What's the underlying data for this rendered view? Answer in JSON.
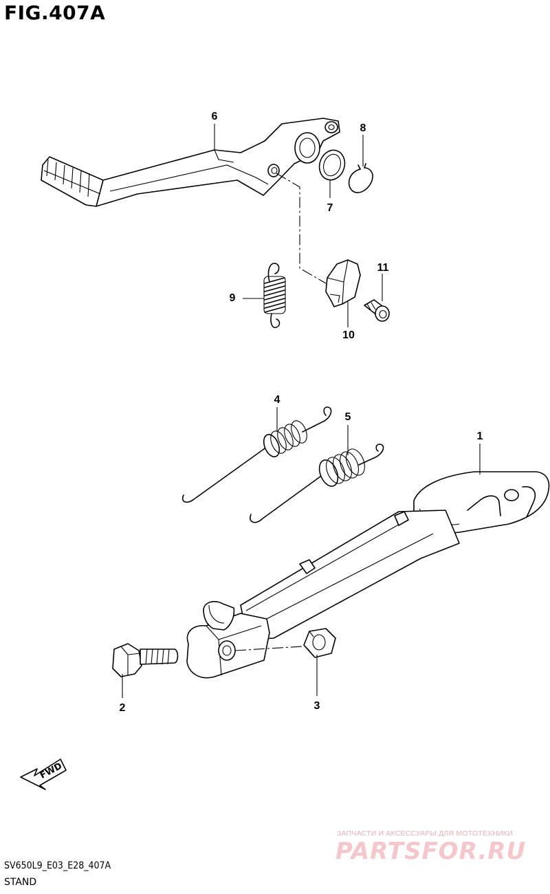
{
  "figure": {
    "title": "FIG.407A",
    "model_code": "SV650L9_E03_E28_407A",
    "section_name": "STAND"
  },
  "callouts": [
    {
      "id": "1",
      "label": "1"
    },
    {
      "id": "2",
      "label": "2"
    },
    {
      "id": "3",
      "label": "3"
    },
    {
      "id": "4",
      "label": "4"
    },
    {
      "id": "5",
      "label": "5"
    },
    {
      "id": "6",
      "label": "6"
    },
    {
      "id": "7",
      "label": "7"
    },
    {
      "id": "8",
      "label": "8"
    },
    {
      "id": "9",
      "label": "9"
    },
    {
      "id": "10",
      "label": "10"
    },
    {
      "id": "11",
      "label": "11"
    }
  ],
  "fwd_label": "FWD",
  "watermark": {
    "tagline": "ЗАПЧАСТИ И АКСЕССУАРЫ ДЛЯ МОТОТЕХНИКИ",
    "logo": "PARTSFOR.RU"
  }
}
